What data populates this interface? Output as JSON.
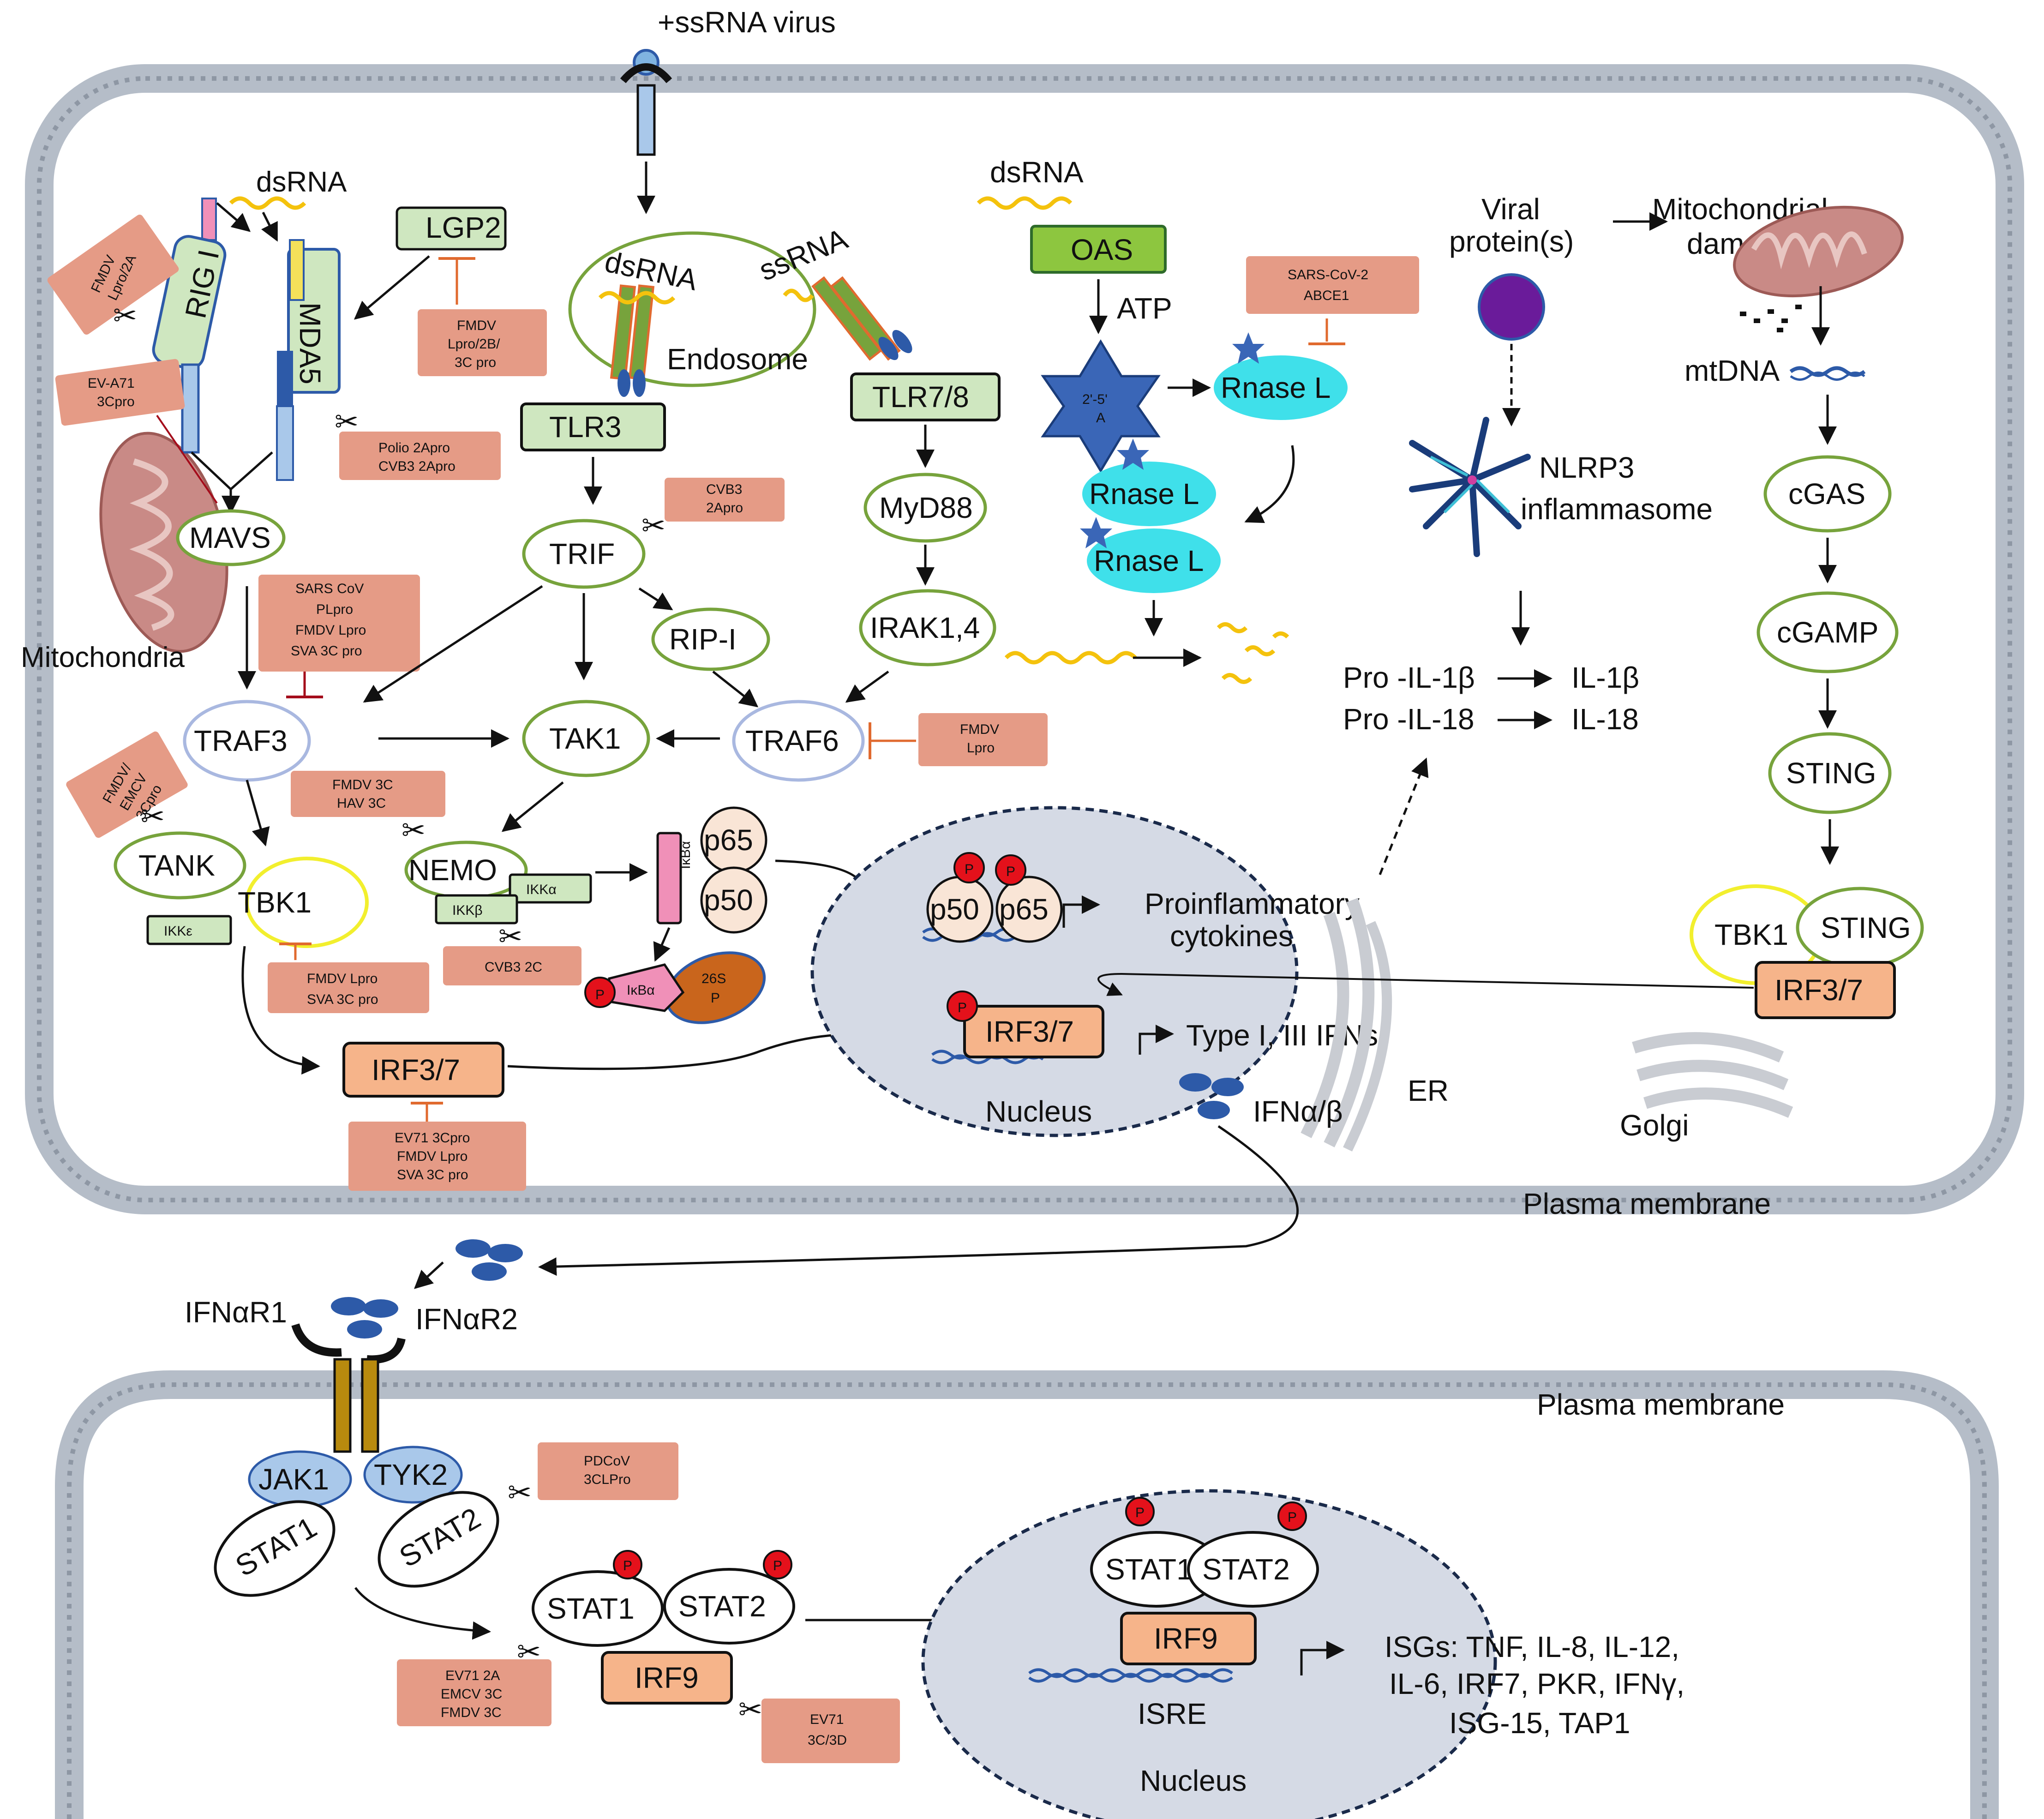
{
  "virus_label": "+ssRNA virus",
  "top": {
    "dsrna_left": "dsRNA",
    "rig1": "RIG I",
    "mda5": "MDA5",
    "lgp2": "LGP2",
    "fmdv_lpro_2a": [
      "FMDV",
      "Lpro/2A"
    ],
    "ev_a71": [
      "EV-A71",
      "3Cpro"
    ],
    "lgp2_inhib": [
      "FMDV",
      "Lpro/2B/",
      "3C pro"
    ],
    "polio": [
      "Polio 2Apro",
      "CVB3 2Apro"
    ],
    "mavs": "MAVS",
    "mitochondria": "Mitochondria",
    "sars_pl": [
      "SARS CoV",
      "PLpro",
      "FMDV Lpro",
      "SVA 3C pro"
    ],
    "traf3": "TRAF3",
    "fmdv_emcv": [
      "FMDV/",
      "EMCV",
      "3Cpro"
    ],
    "tank": "TANK",
    "tbk1": "TBK1",
    "ikke": "IKKε",
    "tbk1_inhib": [
      "FMDV Lpro",
      "SVA 3C pro"
    ],
    "irf37_left": "IRF3/7",
    "irf_inhib": [
      "EV71 3Cpro",
      "FMDV Lpro",
      "SVA 3C pro"
    ],
    "dsrna_endo": "dsRNA",
    "ssrna_endo": "ssRNA",
    "endosome": "Endosome",
    "tlr3": "TLR3",
    "tlr78": "TLR7/8",
    "trif": "TRIF",
    "cvb3_2a": [
      "CVB3",
      "2Apro"
    ],
    "myd88": "MyD88",
    "ripi": "RIP-I",
    "irak": "IRAK1,4",
    "tak1": "TAK1",
    "traf6": "TRAF6",
    "fmdv_lpro": [
      "FMDV",
      "Lpro"
    ],
    "fmdv3c_hav": [
      "FMDV 3C",
      "HAV 3C"
    ],
    "nemo": "NEMO",
    "ikka": "IKKα",
    "ikkb": "IKKβ",
    "cvb3_2c": "CVB3 2C",
    "ikba": "IκBα",
    "p65": "p65",
    "p50": "p50",
    "s26": [
      "26S",
      "P"
    ],
    "p_mark": "P",
    "proinflam": [
      "Proinflammatory",
      "cytokines"
    ],
    "irf37_nuc": "IRF3/7",
    "type_ifn": "Type I, III IFNs",
    "nucleus": "Nucleus",
    "ifnab": "IFNα/β",
    "er": "ER",
    "dsrna_oas": "dsRNA",
    "oas": "OAS",
    "atp": "ATP",
    "two5a": [
      "2'-5'",
      "A"
    ],
    "sars2_abce1": [
      "SARS-CoV-2",
      "ABCE1"
    ],
    "rnasel": "Rnase L",
    "viral_protein": [
      "Viral",
      "protein(s)"
    ],
    "mito_damage": [
      "Mitochondrial",
      "damage"
    ],
    "mtdna": "mtDNA",
    "nlrp3": [
      "NLRP3",
      "inflammasome"
    ],
    "pro_il1b": "Pro -IL-1β",
    "il1b": "IL-1β",
    "pro_il18": "Pro -IL-18",
    "il18": "IL-18",
    "cgas": "cGAS",
    "cgamp": "cGAMP",
    "sting": "STING",
    "tbk1_right": "TBK1",
    "irf37_right": "IRF3/7",
    "golgi": "Golgi",
    "plasma_membrane": "Plasma membrane"
  },
  "bottom": {
    "ifnar1": "IFNαR1",
    "ifnar2": "IFNαR2",
    "jak1": "JAK1",
    "tyk2": "TYK2",
    "stat1": "STAT1",
    "stat2": "STAT2",
    "pdcov": [
      "PDCoV",
      "3CLPro"
    ],
    "irf9": "IRF9",
    "ev71_2a": [
      "EV71 2A",
      "EMCV 3C",
      "FMDV 3C"
    ],
    "ev71_3c3d": [
      "EV71",
      "3C/3D"
    ],
    "isre": "ISRE",
    "nucleus": "Nucleus",
    "isgs": [
      "ISGs: TNF, IL-8, IL-12,",
      "IL-6, IRF7, PKR, IFNγ,",
      "ISG-15, TAP1"
    ],
    "plasma_membrane": "Plasma membrane"
  },
  "colors": {
    "green_outline": "#77a33c",
    "inhibitor_fill": "#e59b86",
    "membrane": "#b5bdc8",
    "nucleus_fill": "#d5dae5",
    "irf_fill": "#f6b48a",
    "lgp2_fill": "#cfe7c0",
    "oas_fill": "#8dc63f",
    "rnase_fill": "#3fe0ea",
    "p_red": "#e4111b",
    "tbk1_yellow": "#f2ef2e",
    "rna_yellow": "#f4c20d",
    "receptor_gold": "#b88a0e",
    "blue_dark": "#2d5aa8"
  }
}
